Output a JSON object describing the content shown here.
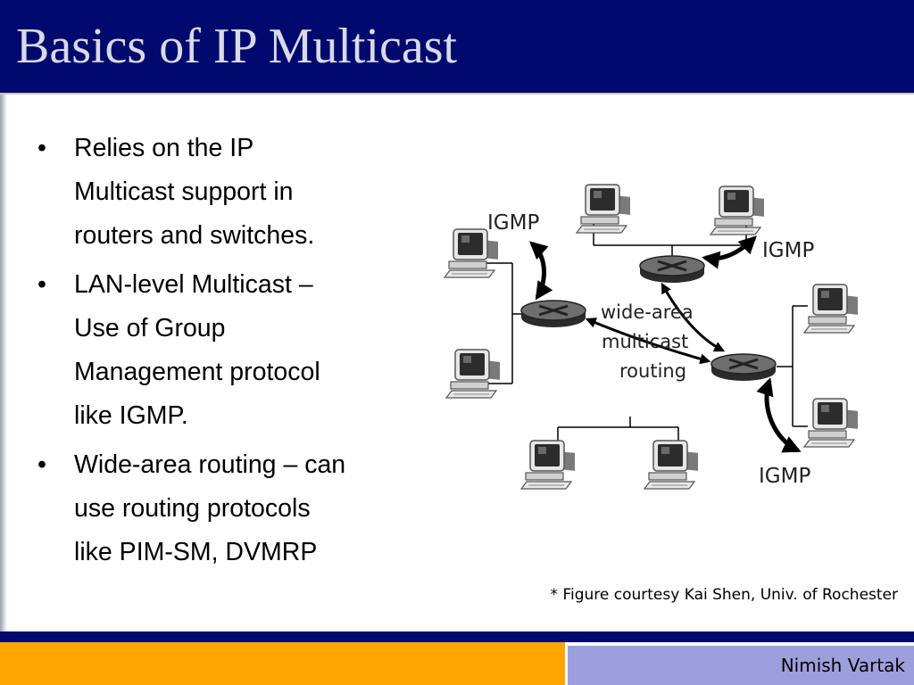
{
  "slide": {
    "title": "Basics of IP Multicast",
    "bullets": [
      {
        "symbol": "•",
        "text": "Relies on the IP\nMulticast support in\nrouters and switches."
      },
      {
        "symbol": "•",
        "text": "LAN-level Multicast –\nUse of Group\nManagement protocol\nlike IGMP."
      },
      {
        "symbol": "•",
        "text": "Wide-area routing – can\nuse routing protocols\nlike PIM-SM, DVMRP"
      }
    ],
    "caption": "* Figure courtesy Kai Shen, Univ. of Rochester",
    "footer_name": "Nimish Vartak"
  },
  "diagram": {
    "labels": {
      "igmp_top_left": "IGMP",
      "igmp_top_right": "IGMP",
      "igmp_bottom_right": "IGMP",
      "wide_area_line1": "wide-area",
      "wide_area_line2": "multicast",
      "wide_area_line3": "routing"
    },
    "icons": [
      "computer-icon",
      "router-icon"
    ],
    "colors": {
      "title_bar": "#000a6e",
      "footer_orange": "#ffa600",
      "footer_lavender": "#9d9fdd"
    }
  }
}
